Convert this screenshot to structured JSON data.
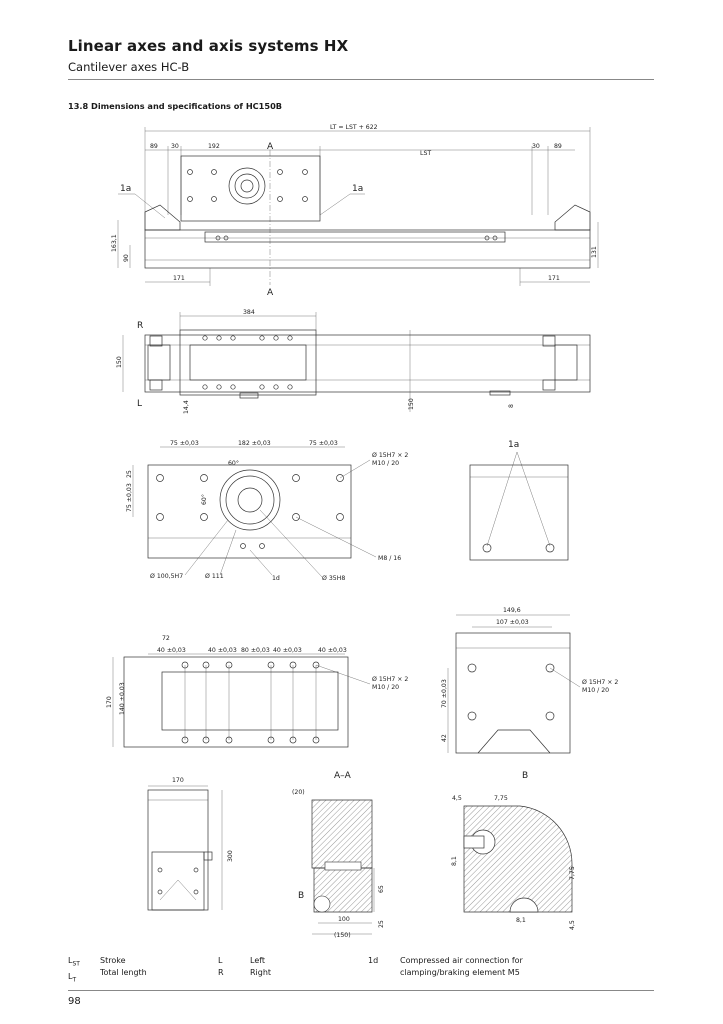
{
  "header": {
    "title": "Linear axes and axis systems HX",
    "subtitle": "Cantilever axes HC-B"
  },
  "section": {
    "heading": "13.8 Dimensions and specifications of HC150B"
  },
  "views": {
    "front": {
      "overall_length": "LT = LST + 622",
      "stroke": "LST",
      "dims": [
        "89",
        "30",
        "192",
        "30",
        "89",
        "163,1",
        "90",
        "131",
        "171",
        "171"
      ],
      "labels": [
        "A",
        "A",
        "1a",
        "1a"
      ]
    },
    "top": {
      "dims": [
        "384",
        "150",
        "14,4",
        "150",
        "8"
      ],
      "labels": [
        "R",
        "L"
      ]
    },
    "carriage_front": {
      "dims": [
        "75 ±0,03",
        "182 ±0,03",
        "75 ±0,03",
        "25",
        "75 ±0,03",
        "60°",
        "60°"
      ],
      "callouts": [
        "Ø 15H7 × 2",
        "M10 / 20",
        "M8 / 16",
        "Ø 100,5H7",
        "Ø 111",
        "1d",
        "Ø 35H8"
      ]
    },
    "side_right": {
      "labels": [
        "1a"
      ]
    },
    "carriage_top": {
      "dims": [
        "72",
        "40 ±0,03",
        "40 ±0,03",
        "80 ±0,03",
        "40 ±0,03",
        "40 ±0,03",
        "170",
        "140 ±0,03"
      ],
      "callouts": [
        "Ø 15H7 × 2",
        "M10 / 20"
      ]
    },
    "end_face": {
      "dims": [
        "149,6",
        "107 ±0,03",
        "70 ±0,03",
        "42"
      ],
      "callouts": [
        "Ø 15H7 × 2",
        "M10 / 20"
      ]
    },
    "side_small": {
      "dims": [
        "170",
        "300"
      ]
    },
    "section_aa": {
      "title": "A–A",
      "dims": [
        "(20)",
        "65",
        "100",
        "(150)",
        "25"
      ],
      "labels": [
        "B"
      ]
    },
    "detail_b": {
      "title": "B",
      "dims": [
        "4,5",
        "7,75",
        "8,1",
        "7,75",
        "8,1",
        "4,5"
      ]
    }
  },
  "legend": {
    "col1": [
      {
        "sym": "LST",
        "text": "Stroke"
      },
      {
        "sym": "LT",
        "text": "Total length"
      }
    ],
    "col2": [
      {
        "sym": "L",
        "text": "Left"
      },
      {
        "sym": "R",
        "text": "Right"
      }
    ],
    "col3": [
      {
        "sym": "1d",
        "text": "Compressed air connection for"
      },
      {
        "sym": "",
        "text": "clamping/braking element M5"
      }
    ]
  },
  "footer": {
    "page_number": "98"
  }
}
